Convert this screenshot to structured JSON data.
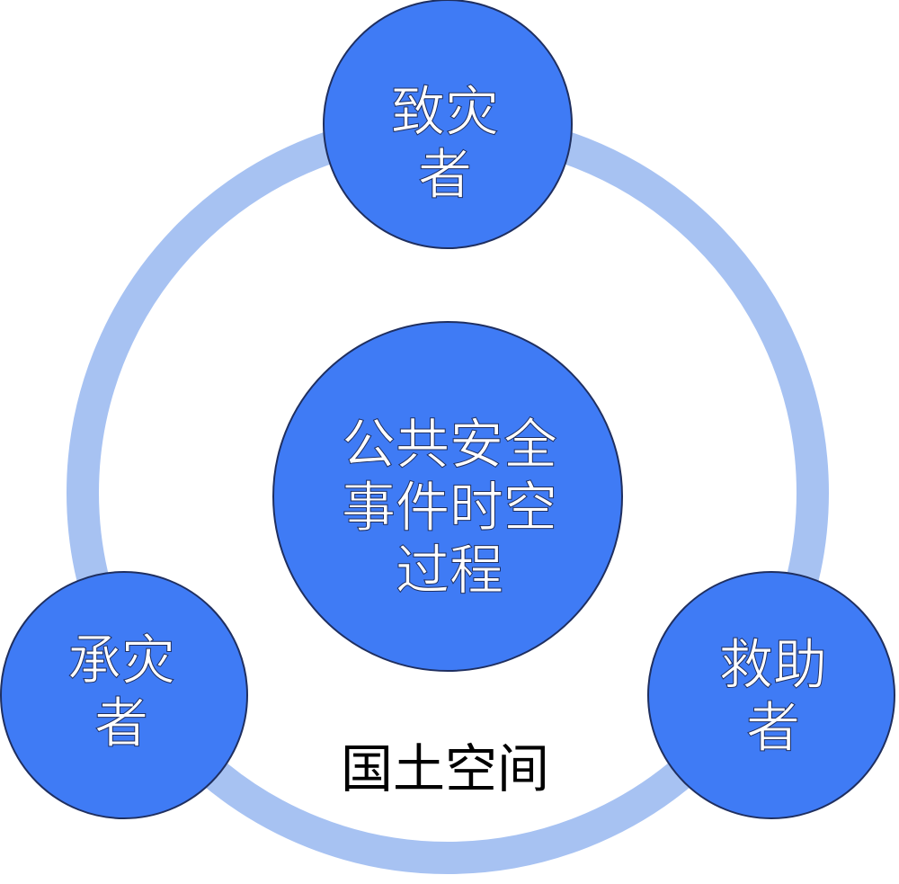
{
  "diagram": {
    "center": {
      "label": "公共安全\n事件时空\n过程"
    },
    "nodes": {
      "top": {
        "label": "致灾\n者"
      },
      "left": {
        "label": "承灾\n者"
      },
      "right": {
        "label": "救助\n者"
      }
    },
    "space_label": "国土空间",
    "colors": {
      "ring": "#a7c2f2",
      "node_fill": "#3f7bf5",
      "node_stroke": "#1f2f60",
      "text_on_node": "#ffffff",
      "text_dark": "#000000"
    }
  }
}
